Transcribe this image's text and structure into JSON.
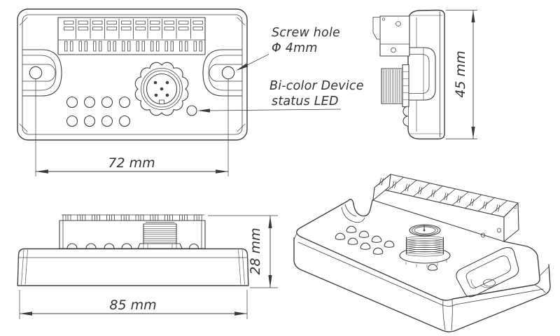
{
  "annotations": {
    "screw_hole": {
      "line1": "Screw hole",
      "line2": "Φ 4mm"
    },
    "status_led": {
      "line1": "Bi-color Device",
      "line2": "status LED"
    }
  },
  "dimensions": {
    "front_width": "72 mm",
    "side_height": "45 mm",
    "base_width": "85 mm",
    "base_height": "28 mm"
  },
  "device": {
    "terminal_count": 10,
    "front_led_rows": 2,
    "front_led_columns": 4,
    "connector_pin_count": 5,
    "status_led_count": 1
  },
  "colors": {
    "line_color": "#404040",
    "text_color": "#333333",
    "background": "#ffffff"
  }
}
